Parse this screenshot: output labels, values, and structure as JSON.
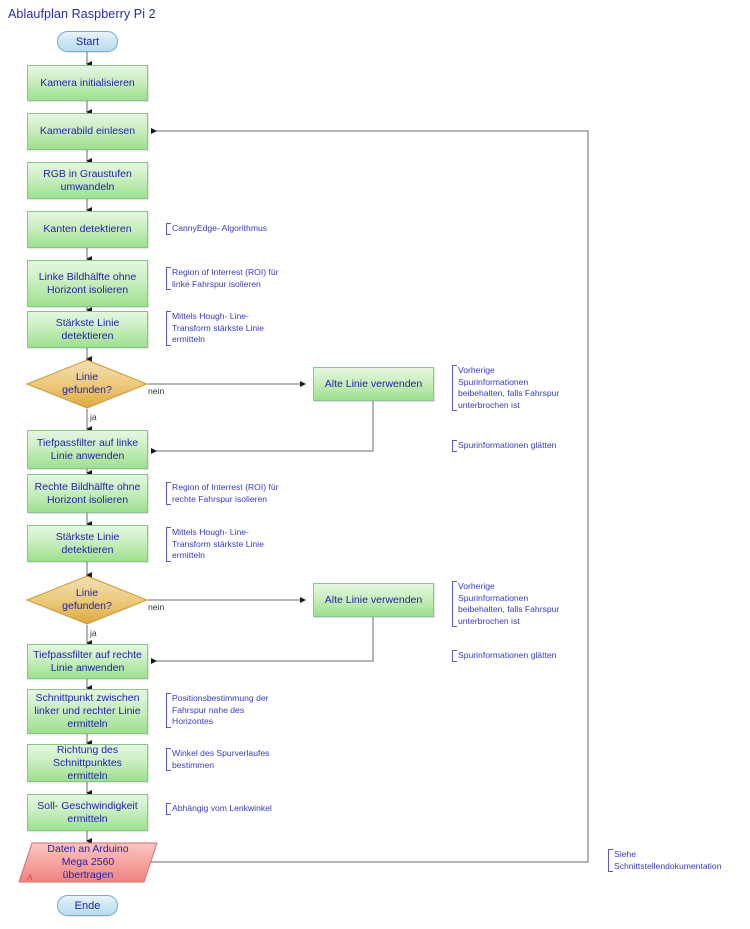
{
  "diagram": {
    "title": "Ablaufplan Raspberry Pi 2",
    "colors": {
      "process_fill": "#9ee08e",
      "process_border": "#89c48a",
      "decision_fill": "#e8b860",
      "decision_border": "#c89a3c",
      "terminator_fill": "#b8dcf0",
      "terminator_border": "#7aa8c8",
      "data_fill": "#f09090",
      "data_border": "#d07070",
      "text": "#2323a8",
      "annotation_text": "#3a3ab8",
      "connector": "#6b6b6b"
    }
  },
  "nodes": {
    "start": {
      "label": "Start",
      "type": "terminator"
    },
    "init_camera": {
      "label": "Kamera initialisieren",
      "type": "process"
    },
    "read_image": {
      "label": "Kamerabild einlesen",
      "type": "process"
    },
    "rgb_gray": {
      "label": "RGB in Graustufen umwandeln",
      "type": "process"
    },
    "edges": {
      "label": "Kanten detektieren",
      "type": "process"
    },
    "left_half": {
      "label": "Linke Bildhälfte ohne Horizont isolieren",
      "type": "process"
    },
    "strongest_line_left": {
      "label": "Stärkste Linie detektieren",
      "type": "process"
    },
    "line_found_left": {
      "label": "Linie gefunden?",
      "label_line1": "Linie",
      "label_line2": "gefunden?",
      "type": "decision"
    },
    "old_line_left": {
      "label": "Alte Linie verwenden",
      "type": "process"
    },
    "lowpass_left": {
      "label": "Tiefpassfilter auf linke Linie anwenden",
      "type": "process"
    },
    "right_half": {
      "label": "Rechte Bildhälfte ohne Horizont isolieren",
      "type": "process"
    },
    "strongest_line_right": {
      "label": "Stärkste Linie detektieren",
      "type": "process"
    },
    "line_found_right": {
      "label": "Linie gefunden?",
      "label_line1": "Linie",
      "label_line2": "gefunden?",
      "type": "decision"
    },
    "old_line_right": {
      "label": "Alte Linie verwenden",
      "type": "process"
    },
    "lowpass_right": {
      "label": "Tiefpassfilter auf rechte Linie anwenden",
      "type": "process"
    },
    "intersection": {
      "label": "Schnittpunkt zwischen linker und rechter Linie ermitteln",
      "type": "process"
    },
    "direction": {
      "label": "Richtung des Schnittpunktes ermitteln",
      "type": "process"
    },
    "target_speed": {
      "label": "Soll- Geschwindigkeit ermitteln",
      "type": "process"
    },
    "send_arduino": {
      "label": "Daten an Arduino Mega 2560 übertragen",
      "corner_mark": "A",
      "type": "data"
    },
    "end": {
      "label": "Ende",
      "type": "terminator"
    }
  },
  "edge_labels": {
    "nein_left": "nein",
    "ja_left": "ja",
    "nein_right": "nein",
    "ja_right": "ja"
  },
  "annotations": {
    "canny": "CannyEdge- Algorithmus",
    "roi_left": "Region of Interrest (ROI) für\nlinke Fahrspur isolieren",
    "hough_left": "Mittels Hough- Line-\nTransform stärkste Linie\nermitteln",
    "old_line_left_note": "Vorherige\nSpurinformationen\nbeibehalten, falls Fahrspur\nunterbrochen ist",
    "smooth_left": "Spurinformationen glätten",
    "roi_right": "Region of Interrest (ROI) für\nrechte Fahrspur isolieren",
    "hough_right": "Mittels Hough- Line-\nTransform stärkste Linie\nermitteln",
    "old_line_right_note": "Vorherige\nSpurinformationen\nbeibehalten, falls Fahrspur\nunterbrochen ist",
    "smooth_right": "Spurinformationen glätten",
    "position": "Positionsbestimmung der\nFahrspur nahe des\nHorizontes",
    "angle": "Winkel des Spurverlaufes\nbestimmen",
    "steering": "Abhängig vom Lenkwinkel",
    "interface_doc": "Siehe\nSchnittstellendokumentation"
  }
}
